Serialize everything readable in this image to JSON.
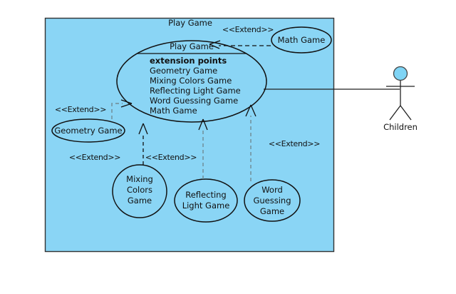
{
  "diagram": {
    "type": "uml-use-case-diagram",
    "system": {
      "title": "Play Game",
      "fill_color": "#8AD5F5",
      "border_color": "#333333"
    },
    "main_use_case": {
      "name": "Play Game",
      "extension_points_header": "extension points",
      "extension_points": [
        "Geometry Game",
        "Mixing Colors Game",
        "Reflecting Light Game",
        "Word Guessing Game",
        "Math Game"
      ]
    },
    "use_cases": [
      {
        "id": "math-game",
        "label": "Math Game"
      },
      {
        "id": "geometry-game",
        "label": "Geometry Game"
      },
      {
        "id": "mixing-colors-game",
        "label_lines": [
          "Mixing",
          "Colors",
          "Game"
        ]
      },
      {
        "id": "reflecting-light-game",
        "label_lines": [
          "Reflecting",
          "Light Game"
        ]
      },
      {
        "id": "word-guessing-game",
        "label_lines": [
          "Word",
          "Guessing",
          "Game"
        ]
      }
    ],
    "stereotypes": {
      "extend_math": "<<Extend>>",
      "extend_geometry_top": "<<Extend>>",
      "extend_geometry_bottom": "<<Extend>>",
      "extend_mixing": "<<Extend>>",
      "extend_word": "<<Extend>>"
    },
    "actor": {
      "name": "Children",
      "head_color": "#7FD4F5"
    }
  }
}
